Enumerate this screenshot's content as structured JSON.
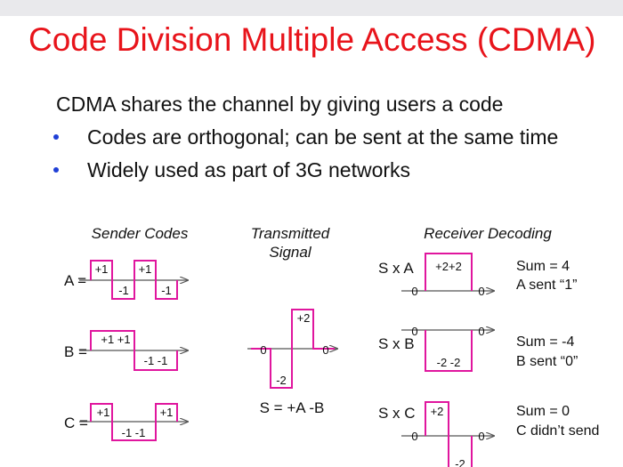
{
  "title": "Code Division Multiple Access (CDMA)",
  "intro": "CDMA shares the channel by giving users a code",
  "bullets": [
    "Codes are orthogonal; can be sent at the same time",
    "Widely used as part of 3G networks"
  ],
  "headers": {
    "sender": "Sender Codes",
    "transmitted_line1": "Transmitted",
    "transmitted_line2": "Signal",
    "receiver": "Receiver Decoding"
  },
  "sender_codes": [
    {
      "name": "A =",
      "chips": [
        1,
        -1,
        1,
        -1
      ],
      "chip_labels": [
        "+1",
        "-1",
        "+1",
        "-1"
      ]
    },
    {
      "name": "B =",
      "chips": [
        1,
        1,
        -1,
        -1
      ],
      "chip_labels": [
        "+1 +1",
        "-1 -1"
      ]
    },
    {
      "name": "C =",
      "chips": [
        1,
        -1,
        -1,
        1
      ],
      "chip_labels": [
        "+1",
        "-1 -1",
        "+1"
      ]
    }
  ],
  "transmitted": {
    "chips": [
      0,
      -2,
      2,
      0
    ],
    "labels": [
      "0",
      "-2",
      "+2",
      "0"
    ],
    "formula": "S = +A -B"
  },
  "receiver": [
    {
      "name": "S x A",
      "values": [
        0,
        2,
        2,
        0
      ],
      "labels": [
        "0",
        "+2+2",
        "0"
      ],
      "sum": "Sum = 4",
      "meaning": "A sent “1”"
    },
    {
      "name": "S x B",
      "values": [
        0,
        -2,
        -2,
        0
      ],
      "labels": [
        "0",
        "-2 -2",
        "0"
      ],
      "sum": "Sum = -4",
      "meaning": "B sent “0”"
    },
    {
      "name": "S x C",
      "values": [
        0,
        2,
        -2,
        0
      ],
      "labels": [
        "0",
        "+2",
        "-2",
        "0"
      ],
      "sum": "Sum = 0",
      "meaning": "C didn’t send"
    }
  ],
  "colors": {
    "title": "#e8141b",
    "box": "#e0169e",
    "axis": "#7a7a7a",
    "bullet": "#1f3fd6"
  }
}
